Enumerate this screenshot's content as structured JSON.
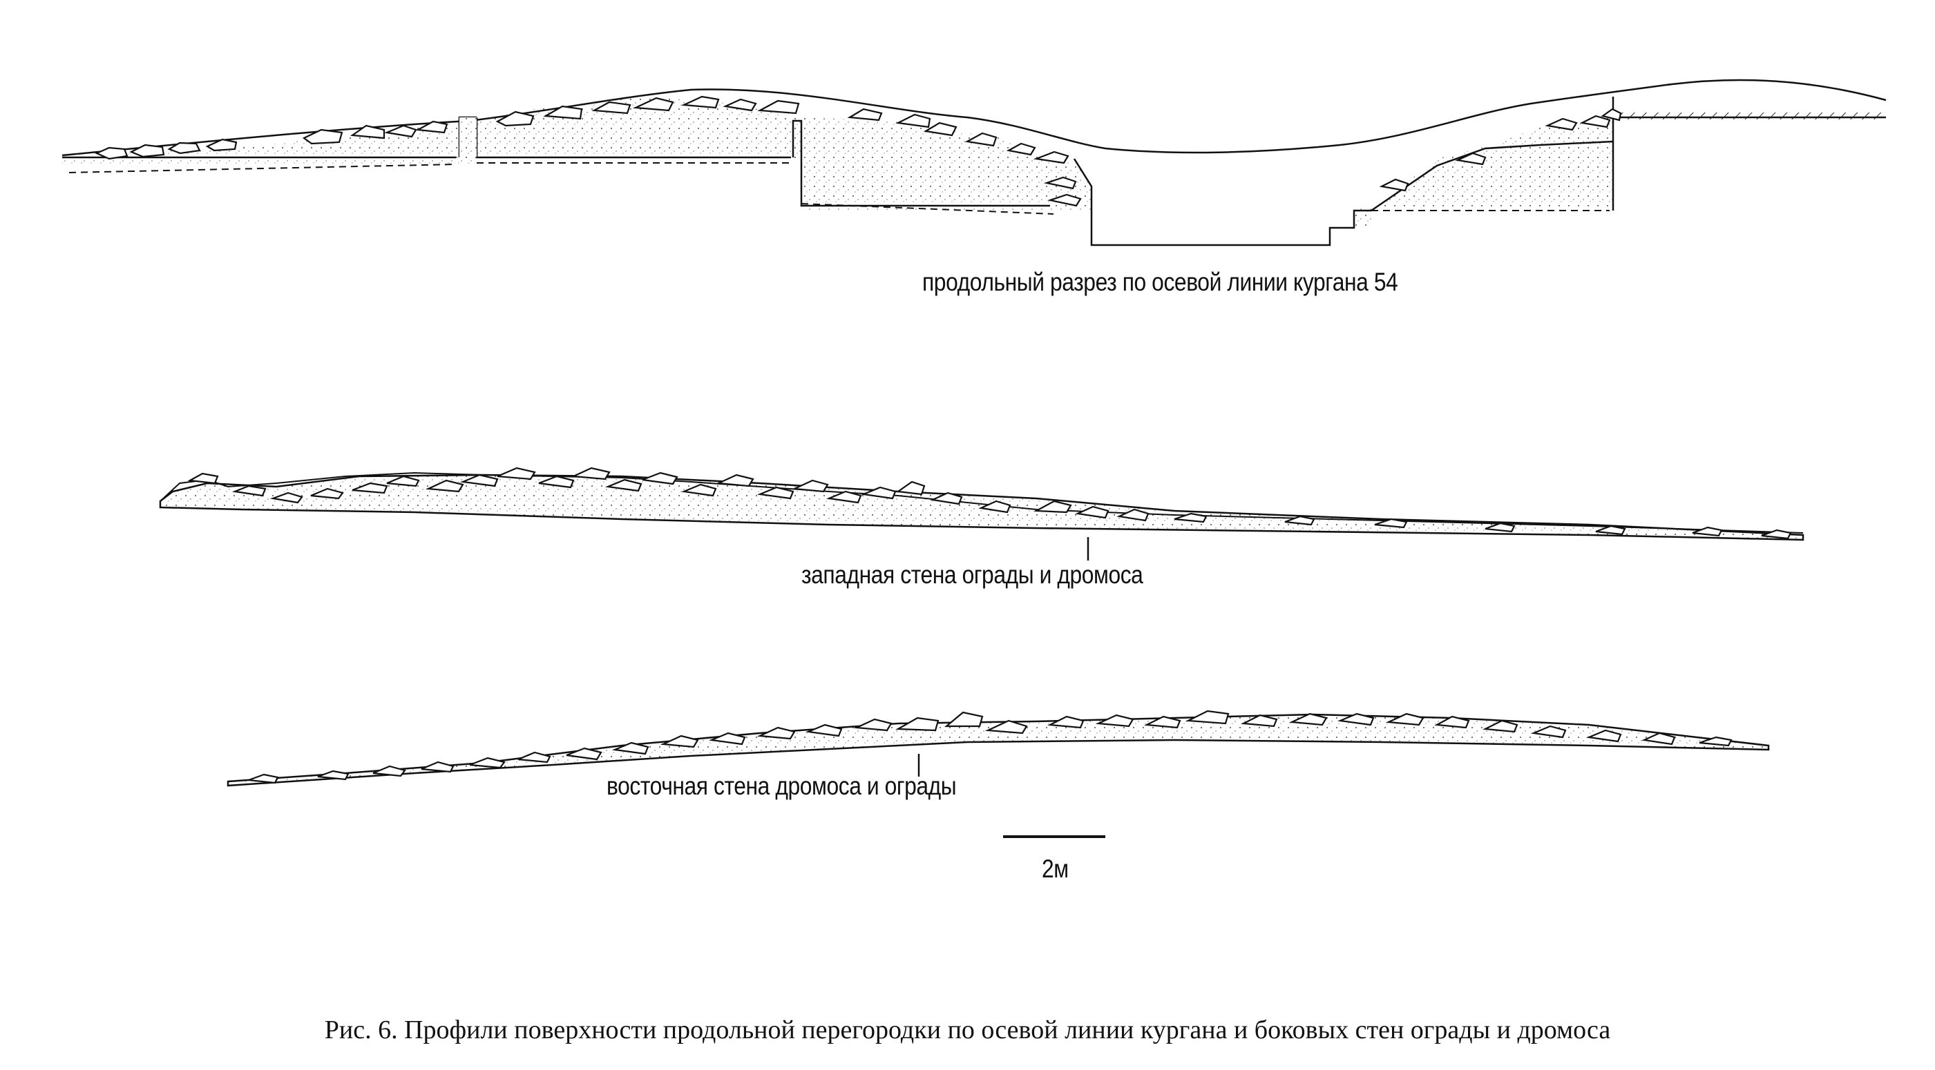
{
  "profiles": {
    "longitudinal": {
      "label": "продольный разрез по осевой линии кургана 54"
    },
    "west_wall": {
      "label": "западная стена ограды и дромоса"
    },
    "east_wall": {
      "label": "восточная стена дромоса и ограды"
    }
  },
  "scale_bar": {
    "label": "2м"
  },
  "caption": "Рис. 6. Профили поверхности продольной перегородки по осевой линии кургана и боковых стен ограды и дромоса",
  "colors": {
    "ink": "#111111",
    "fill": "#eeeeee",
    "background": "#ffffff"
  }
}
